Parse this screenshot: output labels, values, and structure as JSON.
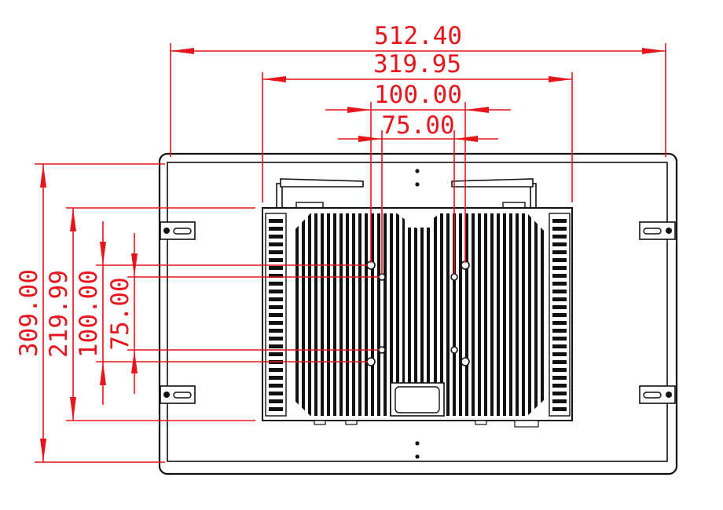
{
  "drawing": {
    "colors": {
      "dimension": "#e8141c",
      "outline": "#111111",
      "background": "#ffffff"
    },
    "dimensions": {
      "overall_width": "512.40",
      "heatsink_width": "319.95",
      "vesa_100_h": "100.00",
      "vesa_75_h": "75.00",
      "overall_height": "309.00",
      "heatsink_height": "219.99",
      "vesa_100_v": "100.00",
      "vesa_75_v": "75.00"
    }
  }
}
